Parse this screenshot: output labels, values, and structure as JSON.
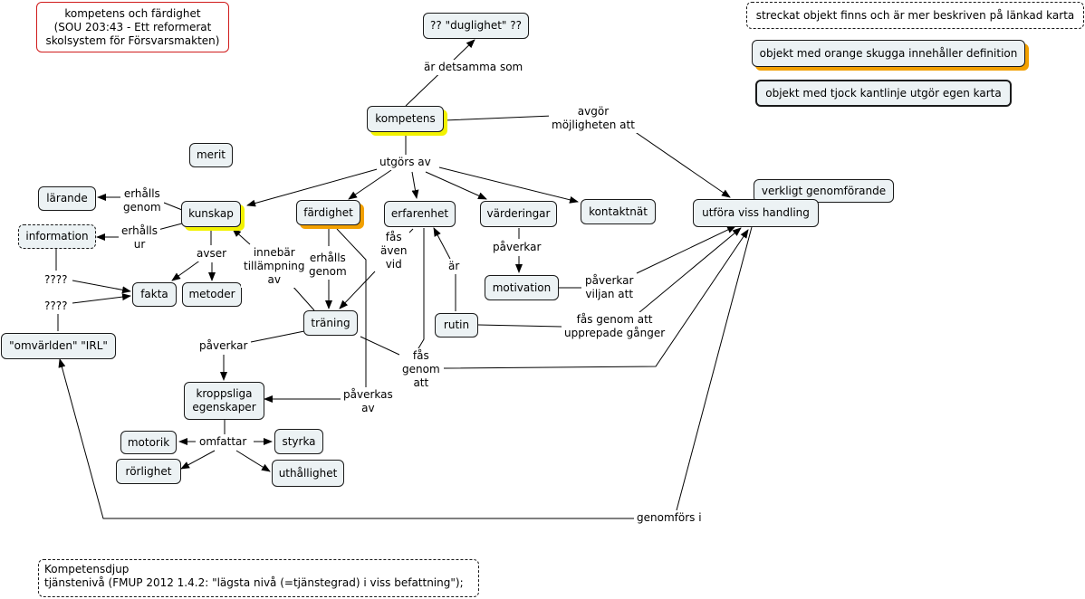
{
  "concepts": {
    "title": "kompetens och färdighet\n(SOU 203:43 - Ett reformerat\nskolsystem för Försvarsmakten)",
    "duglighet": "?? \"duglighet\" ??",
    "kompetens": "kompetens",
    "merit": "merit",
    "larande": "lärande",
    "kunskap": "kunskap",
    "fardighet": "färdighet",
    "erfarenhet": "erfarenhet",
    "varderingar": "värderingar",
    "kontaktnat": "kontaktnät",
    "information": "information",
    "fakta": "fakta",
    "metoder": "metoder",
    "motivation": "motivation",
    "rutin": "rutin",
    "traning": "träning",
    "omvarlden": "\"omvärlden\" \"IRL\"",
    "kroppsliga": "kroppsliga\negenskaper",
    "motorik": "motorik",
    "rorlighet": "rörlighet",
    "styrka": "styrka",
    "uthallighet": "uthållighet",
    "utfora": "utföra viss handling",
    "verkligt": "verkligt genomförande",
    "kompetensdjup": "Kompetensdjup\ntjänstenivå (FMUP 2012 1.4.2: \"lägsta nivå (=tjänstegrad) i viss befattning\");"
  },
  "legend": {
    "dashed": "streckat objekt finns och är mer beskriven på länkad karta",
    "orange": "objekt med orange skugga innehåller definition",
    "thick": "objekt med tjock kantlinje utgör egen karta"
  },
  "links": {
    "ar_detsamma_som": "är detsamma som",
    "avgor": "avgör\nmöjligheten att",
    "utgors_av": "utgörs av",
    "erhalls_genom_1": "erhålls\ngenom",
    "erhalls_ur": "erhålls\nur",
    "avser": "avser",
    "innebar": "innebär\ntillämpning\nav",
    "q1": "????",
    "q2": "????",
    "erhalls_genom_2": "erhålls\ngenom",
    "fas_aven_vid": "fås\näven\nvid",
    "ar": "är",
    "paverkar_1": "påverkar",
    "paverkar_viljan": "påverkar\nviljan att",
    "fas_genom_att_upprepade": "fås genom att\nupprepade gånger",
    "paverkar_2": "påverkar",
    "fas_genom_att": "fås\ngenom\natt",
    "paverkas_av": "påverkas\nav",
    "omfattar": "omfattar",
    "genomfors_i": "genomförs i"
  }
}
